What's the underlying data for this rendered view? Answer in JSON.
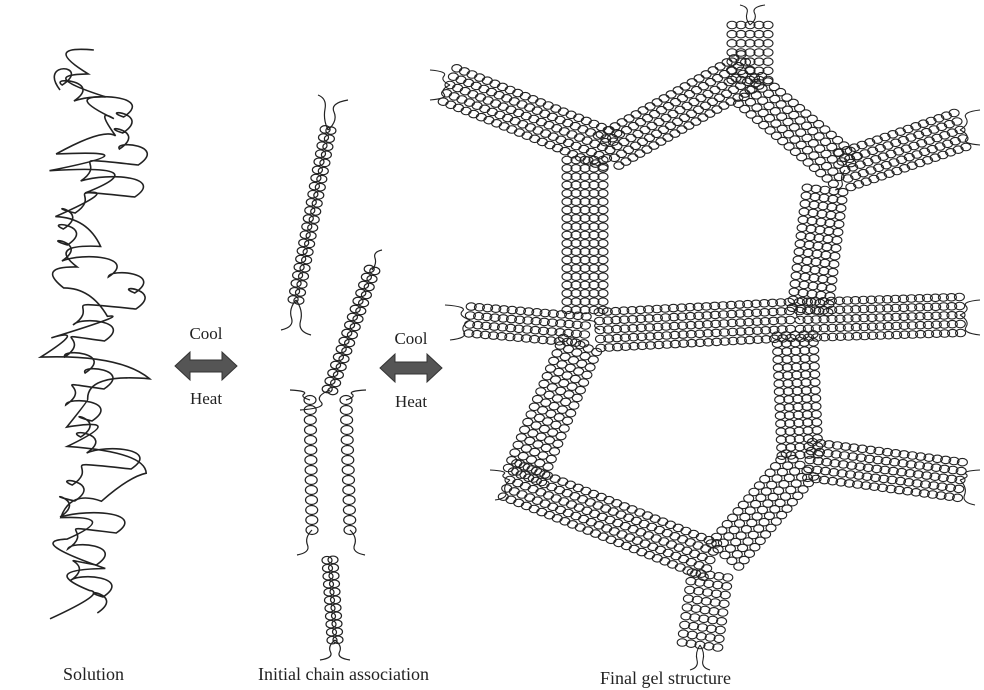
{
  "labels": {
    "solution": "Solution",
    "initial": "Initial chain association",
    "final": "Final gel structure"
  },
  "arrows": [
    {
      "top": "Cool",
      "bottom": "Heat"
    },
    {
      "top": "Cool",
      "bottom": "Heat"
    }
  ],
  "colors": {
    "ink": "#222222",
    "arrow": "#555555",
    "background": "#ffffff"
  }
}
